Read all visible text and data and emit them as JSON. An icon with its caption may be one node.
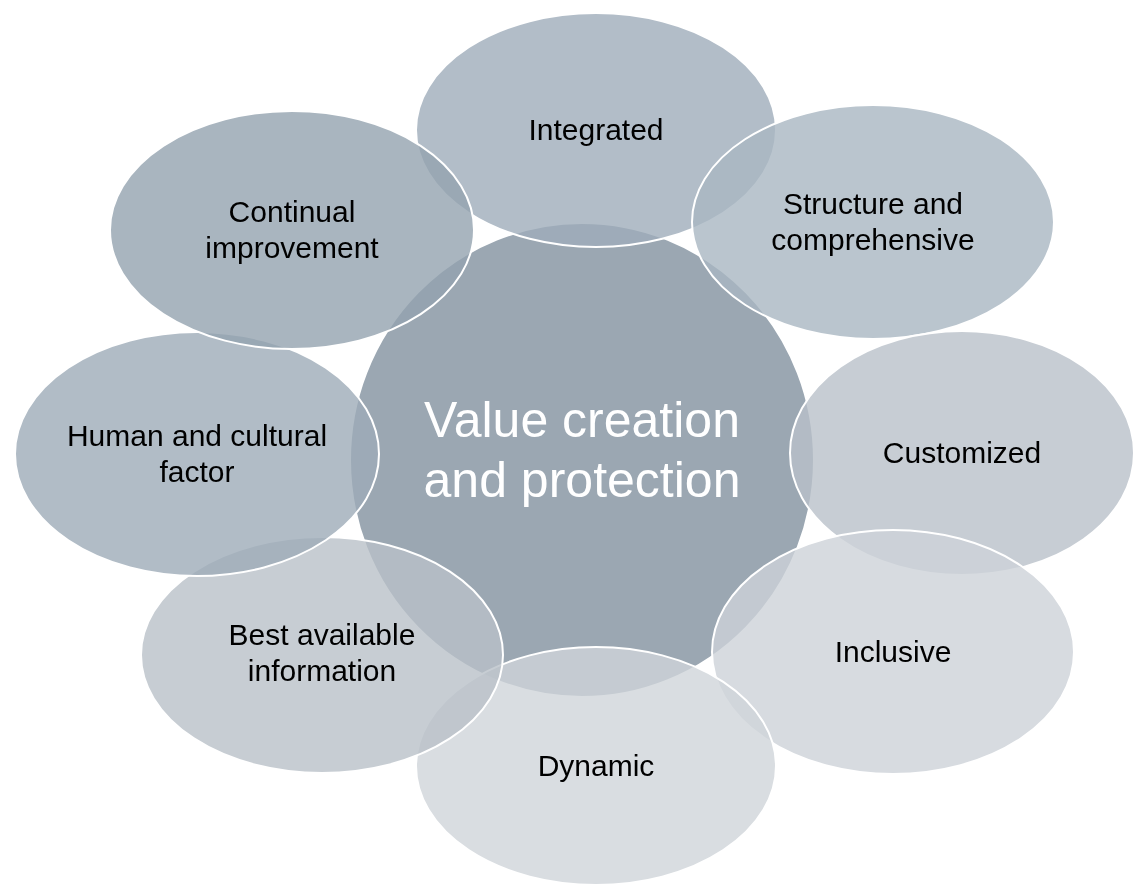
{
  "diagram": {
    "nodes": [
      {
        "text": [
          "Value creation and protection"
        ]
      },
      {
        "text": [
          "Integrated"
        ]
      },
      {
        "text": [
          "Structure and comprehensive"
        ]
      },
      {
        "text": [
          "Customized"
        ]
      },
      {
        "text": [
          "Inclusive"
        ]
      },
      {
        "text": [
          "Dynamic"
        ]
      },
      {
        "text": [
          "Best available information"
        ]
      },
      {
        "text": [
          "Human and cultural factor"
        ]
      },
      {
        "text": [
          "Continual improvement"
        ]
      }
    ]
  }
}
